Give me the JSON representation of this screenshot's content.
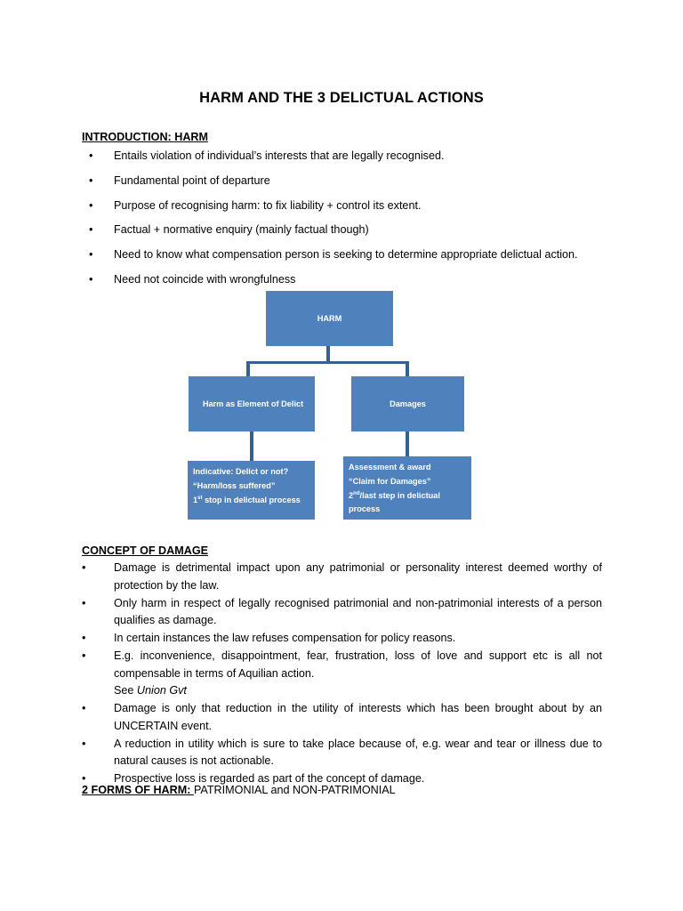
{
  "document": {
    "title": "HARM AND THE 3 DELICTUAL ACTIONS"
  },
  "introduction": {
    "heading": "INTRODUCTION:  HARM",
    "bullet_char": "•",
    "items": [
      "Entails violation of individual’s interests that are legally recognised.",
      "Fundamental point of departure",
      "Purpose of recognising harm: to fix liability + control its extent.",
      "Factual + normative enquiry (mainly factual though)",
      "Need to know what compensation person is seeking to determine appropriate delictual action.",
      "Need not coincide with wrongfulness"
    ]
  },
  "flowchart": {
    "type": "hierarchy",
    "fill_color": "#4F81BD",
    "connector_color": "#376092",
    "text_color": "#FFFFFF",
    "nodes": {
      "root": "HARM",
      "left_branch": "Harm as Element of Delict",
      "right_branch": "Damages",
      "left_leaf": {
        "line1": "Indicative:  Delict or not?",
        "line2": "“Harm/loss suffered”",
        "line3_pre": "1",
        "line3_sup": "st",
        "line3_post": " stop in delictual process"
      },
      "right_leaf": {
        "line1": "Assessment & award",
        "line2": "“Claim for Damages”",
        "line3_pre": "2",
        "line3_sup": "nd",
        "line3_post": "/last step in delictual process"
      }
    }
  },
  "concept_of_damage": {
    "heading": "CONCEPT OF DAMAGE",
    "bullet_char": "•",
    "items": [
      {
        "text": "Damage is detrimental impact upon any patrimonial or personality interest deemed worthy of protection by the law."
      },
      {
        "text": "Only harm in respect of legally recognised patrimonial and non-patrimonial interests of a person qualifies as damage."
      },
      {
        "text": "In certain instances the law refuses compensation for policy reasons."
      },
      {
        "text": "E.g. inconvenience, disappointment, fear, frustration, loss of love and support etc is all not compensable in terms of Aquilian action.",
        "subline_prefix": "See ",
        "subline_italic": "Union Gvt"
      },
      {
        "text": "Damage is only that reduction in the utility of interests which has been brought about by an UNCERTAIN event."
      },
      {
        "text": "A reduction in utility which is sure to take place because of, e.g. wear and tear or illness due to natural causes is not actionable."
      },
      {
        "text": "Prospective loss is regarded as part of the concept of damage."
      }
    ]
  },
  "forms_of_harm": {
    "lead": "2 FORMS OF HARM: ",
    "rest": " PATRIMONIAL and  NON-PATRIMONIAL"
  }
}
